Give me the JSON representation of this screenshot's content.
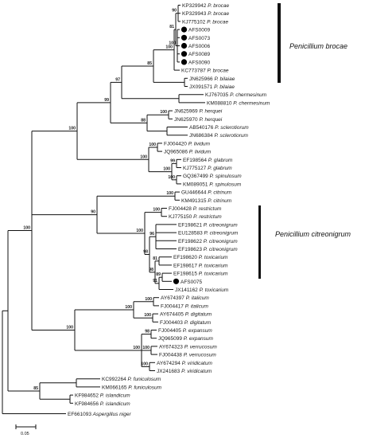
{
  "tree": {
    "taxa": [
      {
        "acc": "KP329942",
        "sp": "P. brocae"
      },
      {
        "acc": "KP329943",
        "sp": "P. brocae"
      },
      {
        "acc": "KJ775102",
        "sp": "P. brocae"
      },
      {
        "acc": "AFS0009",
        "sp": "",
        "marker": true
      },
      {
        "acc": "AFS0073",
        "sp": "",
        "marker": true
      },
      {
        "acc": "AFS0006",
        "sp": "",
        "marker": true
      },
      {
        "acc": "AFS0089",
        "sp": "",
        "marker": true
      },
      {
        "acc": "AFS0090",
        "sp": "",
        "marker": true
      },
      {
        "acc": "KC773787",
        "sp": "P. brocae"
      },
      {
        "acc": "JN625966",
        "sp": "P. bilaiae"
      },
      {
        "acc": "JX091571",
        "sp": "P. bilaiae"
      },
      {
        "acc": "KJ767035",
        "sp": "P. chermesinum"
      },
      {
        "acc": "KM088810",
        "sp": "P. chermesinum"
      },
      {
        "acc": "JN625969",
        "sp": "P. herquei"
      },
      {
        "acc": "JN625970",
        "sp": "P. herquei"
      },
      {
        "acc": "AB540176",
        "sp": "P. sclerotiorum"
      },
      {
        "acc": "JN686384",
        "sp": "P. sclerotiorum"
      },
      {
        "acc": "FJ004420",
        "sp": "P. lividum"
      },
      {
        "acc": "JQ965086",
        "sp": "P. lividum"
      },
      {
        "acc": "EF198564",
        "sp": "P. glabrum"
      },
      {
        "acc": "KJ775127",
        "sp": "P. glabrum"
      },
      {
        "acc": "GQ367499",
        "sp": "P. spinulosum"
      },
      {
        "acc": "KM089051",
        "sp": "P. spinulosum"
      },
      {
        "acc": "GU446644",
        "sp": "P. citrinum"
      },
      {
        "acc": "KM491315",
        "sp": "P. citrinum"
      },
      {
        "acc": "FJ004428",
        "sp": "P. restrictum"
      },
      {
        "acc": "KJ775150",
        "sp": "P. restrictum"
      },
      {
        "acc": "EF198621",
        "sp": "P. citreonigrum"
      },
      {
        "acc": "EU128583",
        "sp": "P. citreonigrum"
      },
      {
        "acc": "EF198622",
        "sp": "P. citreonigrum"
      },
      {
        "acc": "EF198623",
        "sp": "P. citreonigrum"
      },
      {
        "acc": "EF198620",
        "sp": "P. toxicarium"
      },
      {
        "acc": "EF198617",
        "sp": "P. toxicarium"
      },
      {
        "acc": "EF198615",
        "sp": "P. toxicarium"
      },
      {
        "acc": "AFS0075",
        "sp": "",
        "marker": true
      },
      {
        "acc": "JX141162",
        "sp": "P. toxicarium"
      },
      {
        "acc": "AY674397",
        "sp": "P. italicum"
      },
      {
        "acc": "FJ004417",
        "sp": "P. italicum"
      },
      {
        "acc": "AY674405",
        "sp": "P. digitatum"
      },
      {
        "acc": "FJ004403",
        "sp": "P. digitatum"
      },
      {
        "acc": "FJ004405",
        "sp": "P. expansum"
      },
      {
        "acc": "JQ965099",
        "sp": "P. expansum"
      },
      {
        "acc": "AY674323",
        "sp": "P. verrucosum"
      },
      {
        "acc": "FJ004438",
        "sp": "P. verrucosum"
      },
      {
        "acc": "AY674294",
        "sp": "P. viridicatum"
      },
      {
        "acc": "JX241683",
        "sp": "P. viridicatum"
      },
      {
        "acc": "KC992264",
        "sp": "P. funiculosum"
      },
      {
        "acc": "KM066165",
        "sp": "P. funiculosum"
      },
      {
        "acc": "KF984652",
        "sp": "P. islandicum"
      },
      {
        "acc": "KF984656",
        "sp": "P. islandicum"
      },
      {
        "acc": "EF661093",
        "sp": "Aspergillus niger"
      }
    ],
    "bootstrap_values": [
      "100",
      "90",
      "81",
      "85",
      "100",
      "97",
      "100",
      "99",
      "88",
      "100",
      "100",
      "100",
      "99",
      "100",
      "100",
      "100",
      "100",
      "90",
      "100",
      "96",
      "100",
      "81",
      "98",
      "98",
      "89",
      "91",
      "100",
      "100",
      "100",
      "100",
      "98",
      "100",
      "100",
      "100",
      "100",
      "85"
    ],
    "clades": [
      {
        "label": "Penicillium brocae"
      },
      {
        "label": "Penicillium citreonigrum"
      }
    ],
    "scale_bar": {
      "label": "0.05"
    },
    "colors": {
      "line": "#111111",
      "text": "#1a1a1a",
      "marker": "#000000"
    }
  }
}
